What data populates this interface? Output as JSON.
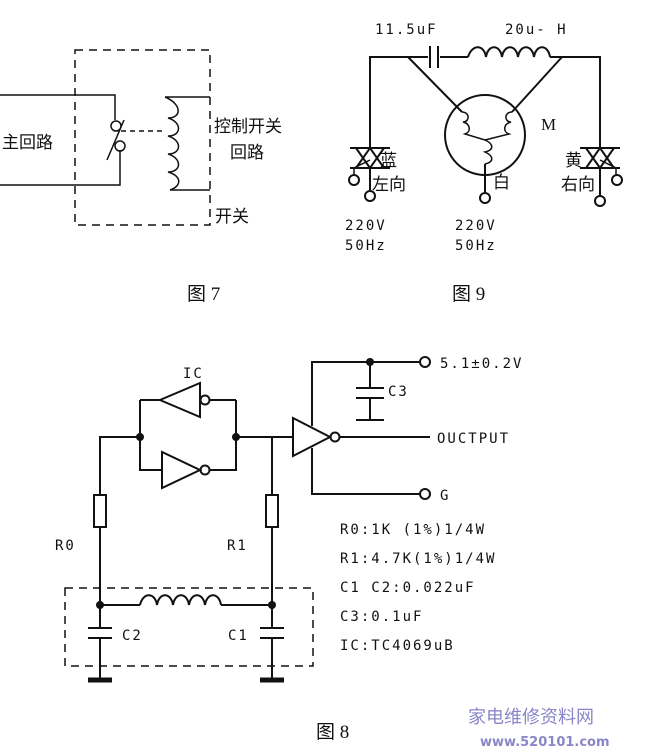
{
  "fig7": {
    "caption": "图 7",
    "left_label": "主回路",
    "right_label_1": "控制开关",
    "right_label_2": "回路",
    "bottom_label": "开关"
  },
  "fig9": {
    "caption": "图 9",
    "cap_label": "11.5uF",
    "ind_label": "20u- H",
    "motor_label": "M",
    "blue_1": "蓝",
    "blue_2": "左向",
    "white": "白",
    "yellow_1": "黄",
    "yellow_2": "右向",
    "supply_left_v": "220V",
    "supply_left_hz": "50Hz",
    "supply_mid_v": "220V",
    "supply_mid_hz": "50Hz"
  },
  "fig8": {
    "caption": "图 8",
    "ic_label": "IC",
    "c3_label": "C3",
    "vcc_label": "5.1±0.2V",
    "output_label": "OUCTPUT",
    "ground_label": "G",
    "r0_label": "R0",
    "r1_label": "R1",
    "c2_label": "C2",
    "c1_label": "C1",
    "specs": [
      "R0:1K (1%)1/4W",
      "R1:4.7K(1%)1/4W",
      "C1 C2:0.022uF",
      "C3:0.1uF",
      "IC:TC4069uB"
    ]
  },
  "watermark": {
    "site_name": "家电维修资料网",
    "url": "www.520101.com"
  }
}
